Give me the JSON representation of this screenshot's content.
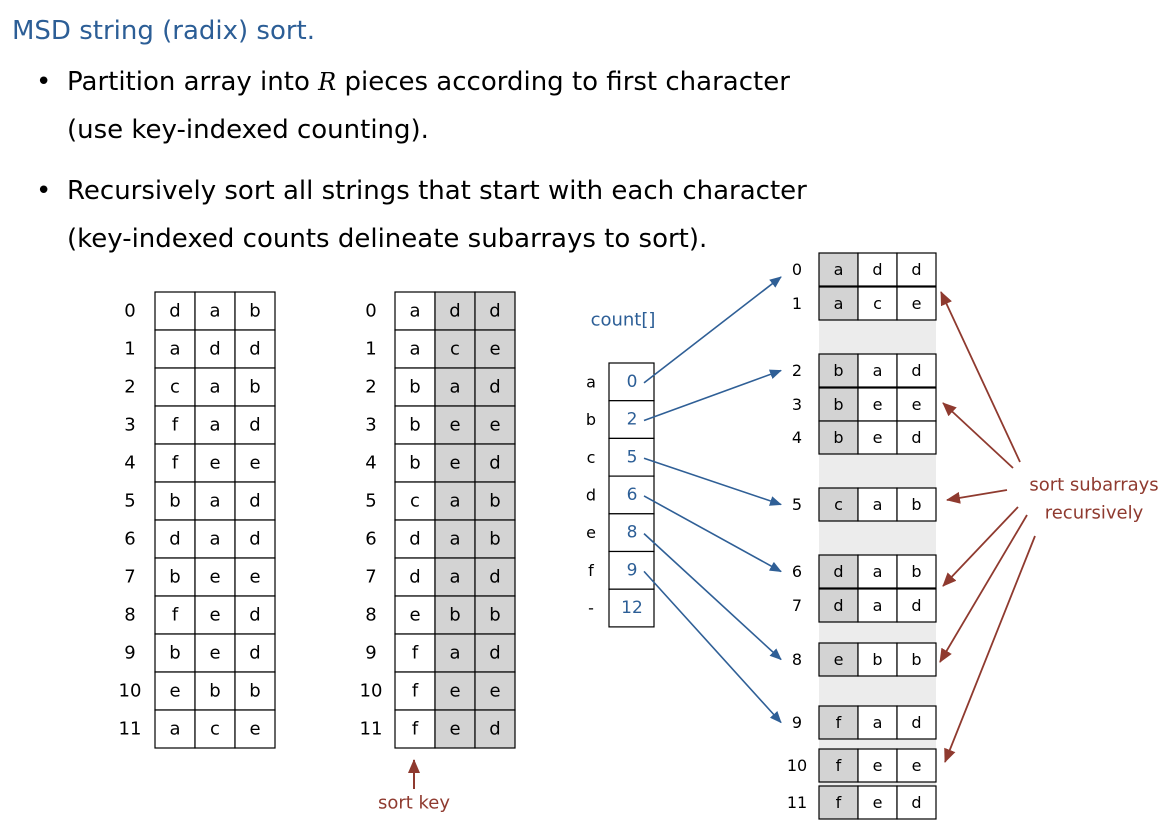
{
  "title": "MSD string (radix) sort.",
  "bullets": [
    {
      "pre": "Partition array into ",
      "var": "R",
      "post": " pieces according to first character",
      "line2": "(use key-indexed counting)."
    },
    {
      "pre": "Recursively sort all strings that start with each character",
      "var": "",
      "post": "",
      "line2": "(key-indexed counts delineate subarrays to sort)."
    }
  ],
  "input_array": [
    "dab",
    "add",
    "cab",
    "fad",
    "fee",
    "bad",
    "dad",
    "bee",
    "fed",
    "bed",
    "ebb",
    "ace"
  ],
  "sorted_array": [
    "add",
    "ace",
    "bad",
    "bee",
    "bed",
    "cab",
    "dab",
    "dad",
    "ebb",
    "fad",
    "fee",
    "fed"
  ],
  "count": {
    "label": "count[]",
    "keys": [
      "a",
      "b",
      "c",
      "d",
      "e",
      "f",
      "-"
    ],
    "values": [
      "0",
      "2",
      "5",
      "6",
      "8",
      "9",
      "12"
    ]
  },
  "subarrays": [
    [
      0,
      1
    ],
    [
      2,
      3,
      4
    ],
    [
      5
    ],
    [
      6,
      7
    ],
    [
      8
    ],
    [
      9,
      10,
      11
    ]
  ],
  "sort_key_label": "sort key",
  "recursion_label": [
    "sort subarrays",
    "recursively"
  ],
  "colors": {
    "title": "#2c5e96",
    "count": "#2c5e96",
    "arrow_blue": "#2f5f96",
    "arrow_red": "#8f3a2f",
    "shade": "#d3d3d3",
    "band": "#ececec"
  }
}
